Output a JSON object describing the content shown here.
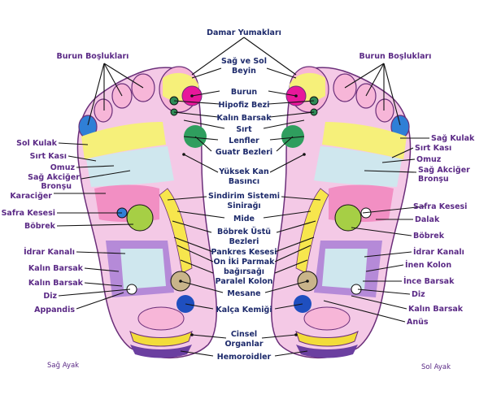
{
  "labels": {
    "top": "Damar Yumakları",
    "sinus_left": "Burun Boşlukları",
    "sinus_right": "Burun Boşlukları",
    "center": [
      "Sağ ve Sol",
      "Beyin",
      "Burun",
      "Hipofiz Bezi",
      "Kalın Barsak",
      "Sırt",
      "Lenfler",
      "Guatr Bezleri",
      "Yüksek Kan",
      "Basıncı",
      "Sindirim Sistemi",
      "Sinirağı",
      "Mide",
      "Böbrek Üstü",
      "Bezleri",
      "Pankres Kesesi",
      "On İki Parmak",
      "bağırsağı",
      "Paralel Kolon",
      "Mesane",
      "Kalça Kemiği",
      "Cinsel",
      "Organlar",
      "Hemoroidler"
    ],
    "left": [
      "Sol Kulak",
      "Sırt Kası",
      "Omuz",
      "Sağ Akciğer",
      "Bronşu",
      "Karaciğer",
      "Safra Kesesi",
      "Böbrek",
      "İdrar Kanalı",
      "Kalın Barsak",
      "Kalın Barsak",
      "Diz",
      "Appandis"
    ],
    "right": [
      "Sağ Kulak",
      "Sırt Kası",
      "Omuz",
      "Sağ Akciğer",
      "Bronşu",
      "Safra Kesesi",
      "Dalak",
      "Böbrek",
      "İdrar Kanalı",
      "İnen Kolon",
      "İnce Barsak",
      "Diz",
      "Kalın Barsak",
      "Anüs"
    ],
    "foot_left": "Sağ Ayak",
    "foot_right": "Sol Ayak"
  },
  "colors": {
    "sole": "#f4c9e6",
    "outline": "#6b2f7a",
    "sinus": "#f7b6d8",
    "ear": "#2f7fd6",
    "brain": "#f6f07a",
    "nose": "#e8179b",
    "pituitary": "#2e8b57",
    "thyroid": "#2f9e5e",
    "spine": "#f7e64d",
    "lung": "#cfe7ee",
    "liver": "#f28fc3",
    "kidney": "#a6cf45",
    "colon": "#b58ad8",
    "bladder": "#c9b48a",
    "hip": "#1f4fbf",
    "sex_organs": "#f2dc3a",
    "hemorrhoid": "#6b3fa0"
  }
}
